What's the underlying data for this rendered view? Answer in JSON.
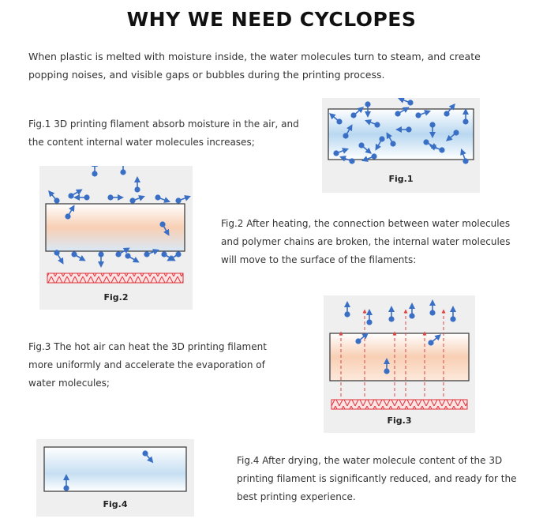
{
  "title": "WHY WE NEED CYCLOPES",
  "intro": "When plastic is melted with moisture inside, the water molecules turn to steam, and create popping noises, and visible gaps or bubbles during the printing process.",
  "figures": [
    {
      "label": "Fig.1",
      "caption": "Fig.1 3D printing filament absorb moisture in the air, and the content internal water molecules increases;"
    },
    {
      "label": "Fig.2",
      "caption": "Fig.2 After heating, the connection between water molecules and polymer chains are broken, the internal water molecules will move to the surface of the filaments:"
    },
    {
      "label": "Fig.3",
      "caption": "Fig.3 The hot air can heat the 3D printing filament more uniformly and accelerate the evaporation of water molecules;"
    },
    {
      "label": "Fig.4",
      "caption": "Fig.4 After drying, the water molecule content of the 3D printing filament is significantly reduced, and ready for the best printing experience."
    }
  ],
  "colors": {
    "molecule": "#3a6fc6",
    "heater": "#e0323a",
    "steam": "#d94444",
    "moist_band": "#b9d8f0",
    "warm_band": "#f8cfb4",
    "panel_bg": "#efefef"
  }
}
